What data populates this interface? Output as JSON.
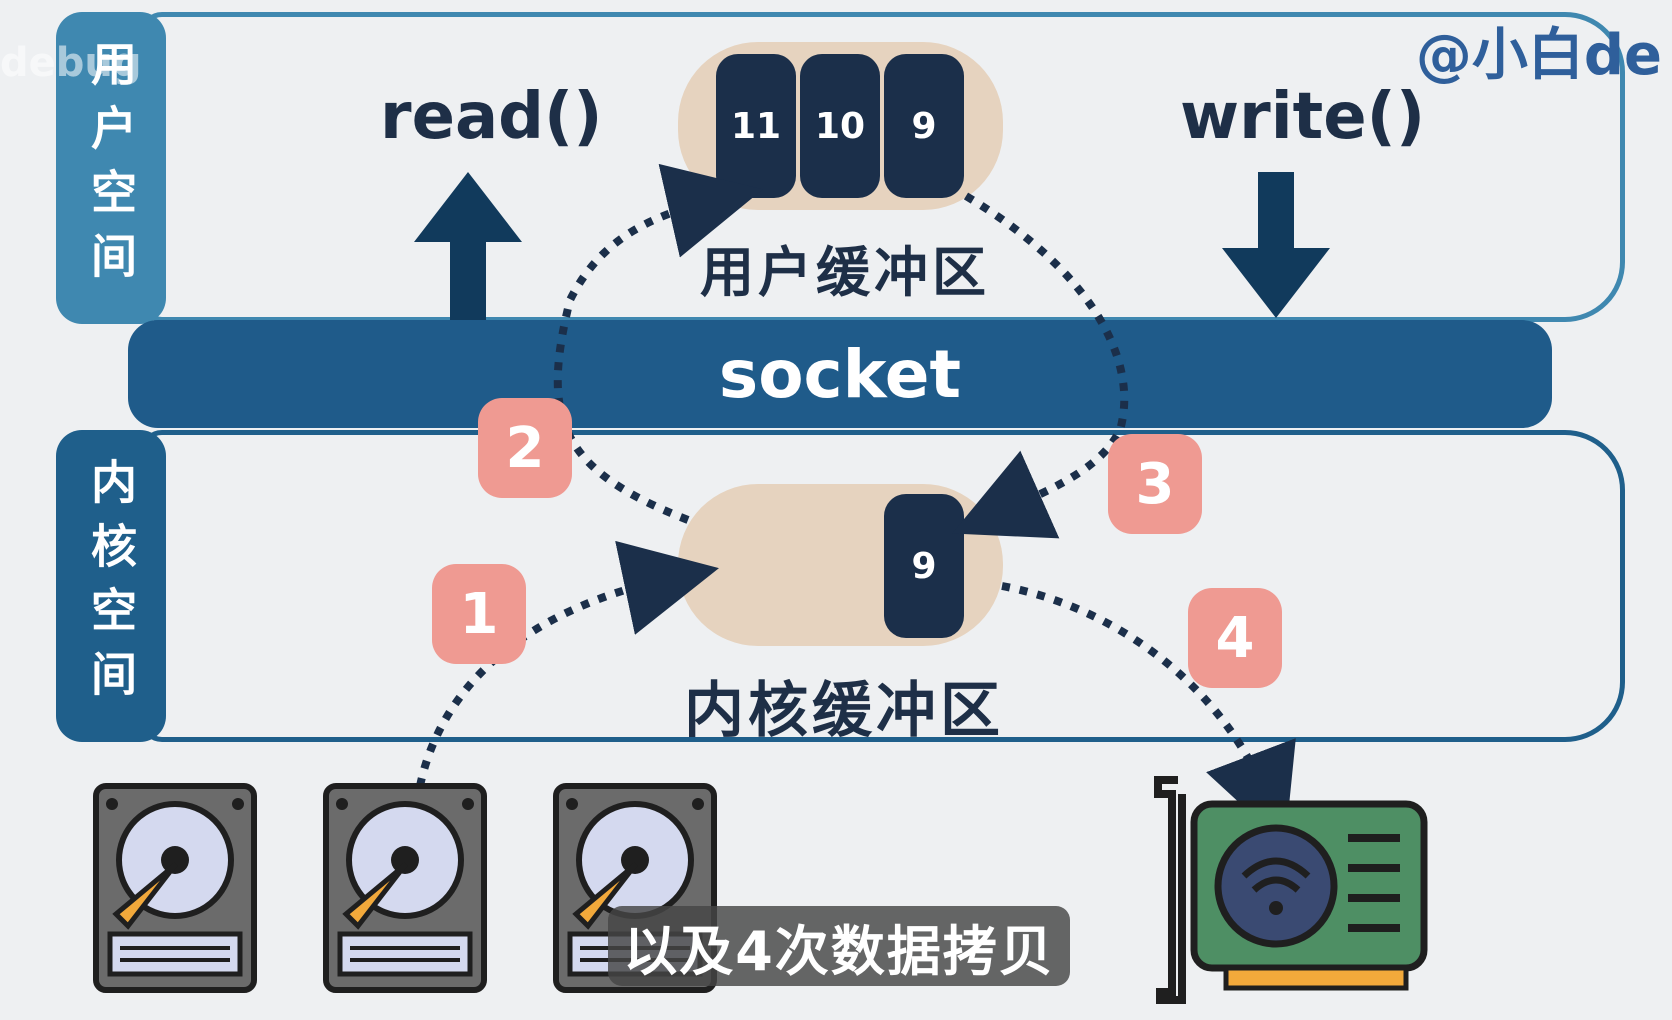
{
  "user_space": {
    "label": "用户空间"
  },
  "kernel_space": {
    "label": "内核空间"
  },
  "socket": {
    "label": "socket"
  },
  "operations": {
    "read": "read()",
    "write": "write()"
  },
  "user_buffer": {
    "title": "用户缓冲区",
    "blocks": [
      "11",
      "10",
      "9"
    ]
  },
  "kernel_buffer": {
    "title": "内核缓冲区",
    "blocks": [
      "9"
    ]
  },
  "steps": [
    "1",
    "2",
    "3",
    "4"
  ],
  "watermarks": {
    "left": "debug",
    "handle": "@小白de"
  },
  "caption": "以及4次数据拷贝",
  "icons": {
    "disks": [
      "hard-disk-icon",
      "hard-disk-icon",
      "hard-disk-icon"
    ],
    "nic": "network-card-icon"
  },
  "colors": {
    "user_zone": "#3f88b0",
    "kernel_zone": "#1f5f8b",
    "socket": "#1f5b8a",
    "buffer": "#e6d3bf",
    "block": "#1b2f4a",
    "step": "#ef9a92",
    "arrow": "#1b2f4a"
  }
}
